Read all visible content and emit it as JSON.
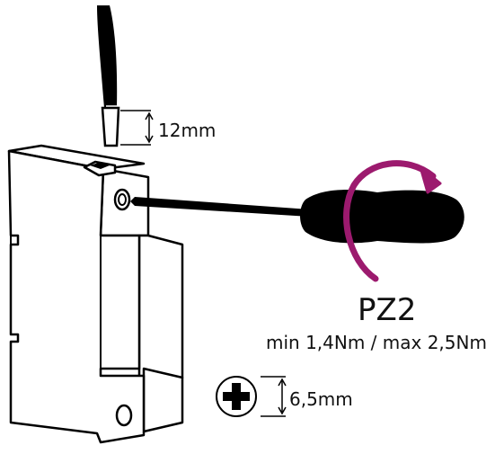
{
  "labels": {
    "strip_length": "12mm",
    "bit_type": "PZ2",
    "torque": "min 1,4Nm / max 2,5Nm",
    "screw_head_size": "6,5mm"
  },
  "colors": {
    "line": "#000000",
    "fill": "#ffffff",
    "rotation_arrow": "#9c1a6e"
  },
  "icons": {
    "screw_head": "pozidriv-screw-head-icon",
    "rotation": "clockwise-rotation-arrow-icon"
  }
}
